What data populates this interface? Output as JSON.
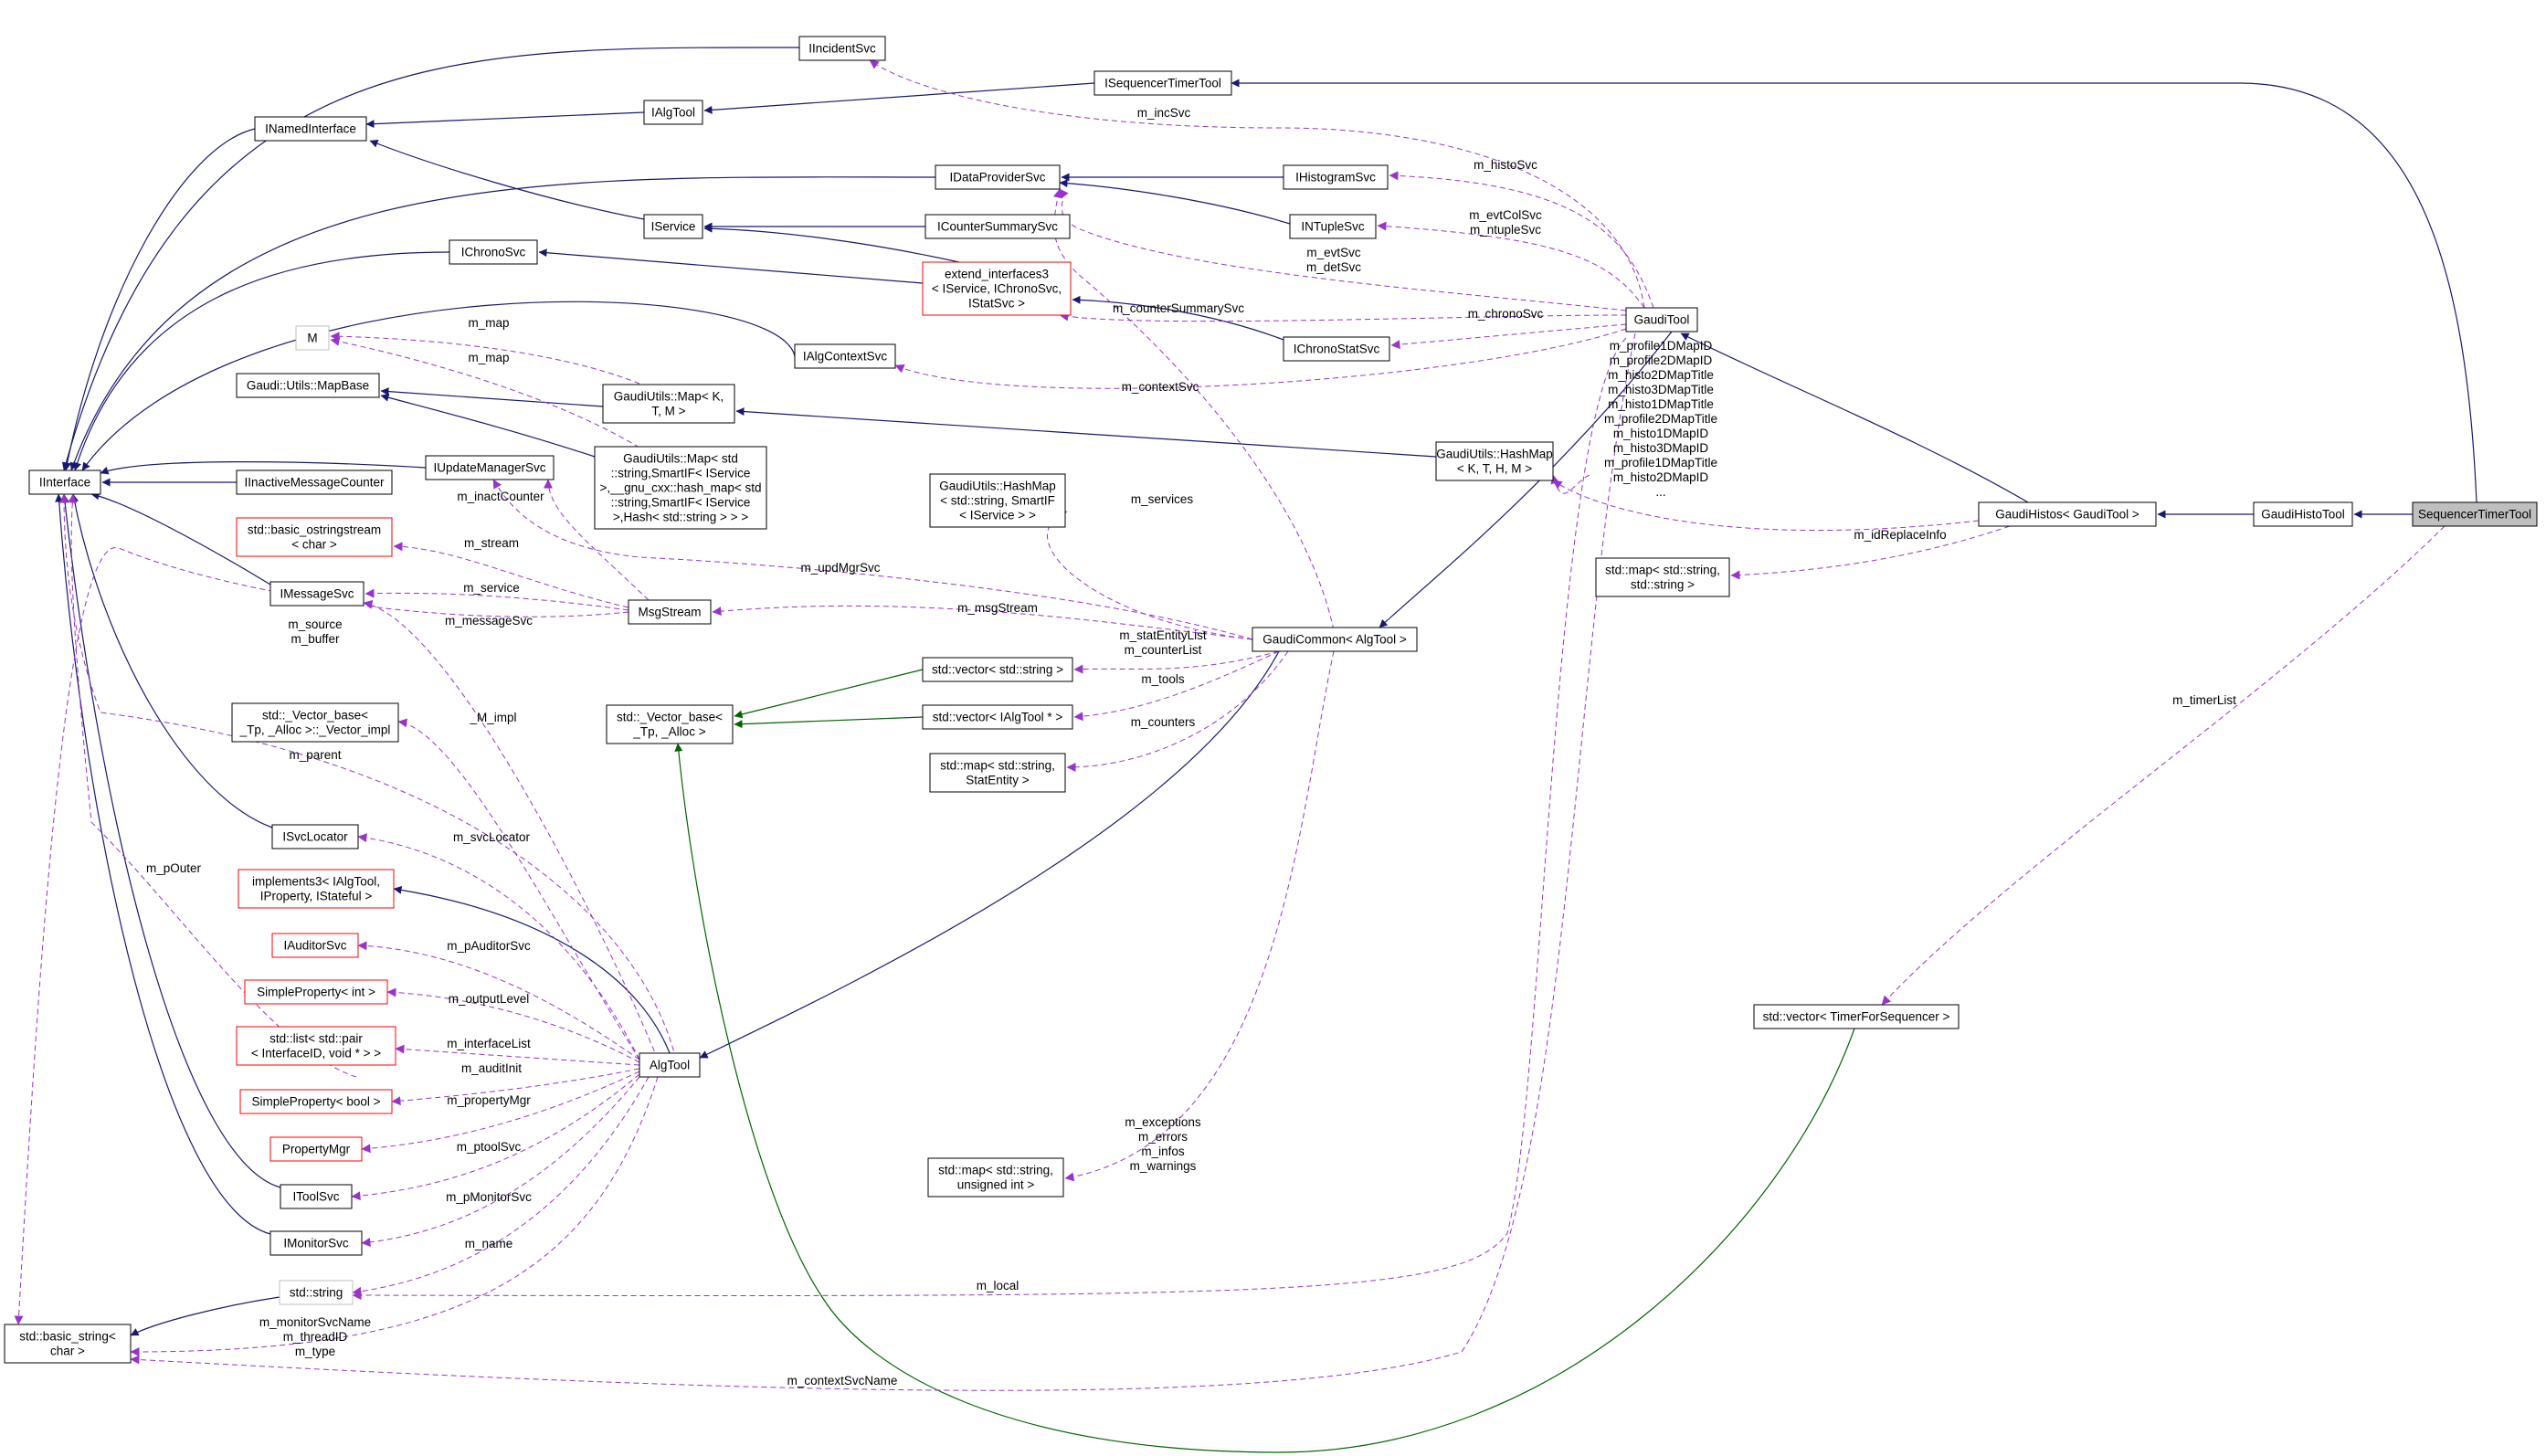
{
  "colors": {
    "inherit": "#191970",
    "usage": "#9a32cd",
    "template": "#006400",
    "box_normal": "#000000",
    "box_red": "#ff0000",
    "box_gray": "#bfbfbf",
    "highlight_fill": "#bfbfbf"
  },
  "nodes": [
    {
      "id": "IIncidentSvc",
      "lines": [
        "IIncidentSvc"
      ],
      "style": "normal"
    },
    {
      "id": "ISequencerTimerTool",
      "lines": [
        "ISequencerTimerTool"
      ],
      "style": "normal"
    },
    {
      "id": "INamedInterface",
      "lines": [
        "INamedInterface"
      ],
      "style": "normal"
    },
    {
      "id": "IAlgTool",
      "lines": [
        "IAlgTool"
      ],
      "style": "normal"
    },
    {
      "id": "IDataProviderSvc",
      "lines": [
        "IDataProviderSvc"
      ],
      "style": "normal"
    },
    {
      "id": "IHistogramSvc",
      "lines": [
        "IHistogramSvc"
      ],
      "style": "normal"
    },
    {
      "id": "IService",
      "lines": [
        "IService"
      ],
      "style": "normal"
    },
    {
      "id": "ICounterSummarySvc",
      "lines": [
        "ICounterSummarySvc"
      ],
      "style": "normal"
    },
    {
      "id": "INTupleSvc",
      "lines": [
        "INTupleSvc"
      ],
      "style": "normal"
    },
    {
      "id": "IChronoSvc",
      "lines": [
        "IChronoSvc"
      ],
      "style": "normal"
    },
    {
      "id": "extend_interfaces3",
      "lines": [
        "extend_interfaces3",
        "< IService, IChronoSvc,",
        "IStatSvc >"
      ],
      "style": "red"
    },
    {
      "id": "GaudiTool",
      "lines": [
        "GaudiTool"
      ],
      "style": "normal"
    },
    {
      "id": "M",
      "lines": [
        "M"
      ],
      "style": "gray"
    },
    {
      "id": "IChronoStatSvc",
      "lines": [
        "IChronoStatSvc"
      ],
      "style": "normal"
    },
    {
      "id": "IAlgContextSvc",
      "lines": [
        "IAlgContextSvc"
      ],
      "style": "normal"
    },
    {
      "id": "MapBase",
      "lines": [
        "Gaudi::Utils::MapBase"
      ],
      "style": "normal"
    },
    {
      "id": "GaudiUtilsMap",
      "lines": [
        "GaudiUtils::Map< K,",
        "T, M >"
      ],
      "style": "normal"
    },
    {
      "id": "GaudiUtilsHashMapKTHM",
      "lines": [
        "GaudiUtils::HashMap",
        "< K, T, H, M >"
      ],
      "style": "normal"
    },
    {
      "id": "IInterface",
      "lines": [
        "IInterface"
      ],
      "style": "normal"
    },
    {
      "id": "IUpdateManagerSvc",
      "lines": [
        "IUpdateManagerSvc"
      ],
      "style": "normal"
    },
    {
      "id": "IInactiveMessageCounter",
      "lines": [
        "IInactiveMessageCounter"
      ],
      "style": "normal"
    },
    {
      "id": "GaudiUtilsMapStd",
      "lines": [
        "GaudiUtils::Map< std",
        "::string,SmartIF< IService",
        ">,__gnu_cxx::hash_map< std",
        "::string,SmartIF< IService",
        ">,Hash< std::string > > >"
      ],
      "style": "normal"
    },
    {
      "id": "GaudiUtilsHashMapStd",
      "lines": [
        "GaudiUtils::HashMap",
        "< std::string, SmartIF",
        "< IService > >"
      ],
      "style": "normal"
    },
    {
      "id": "GaudiHistos",
      "lines": [
        "GaudiHistos< GaudiTool >"
      ],
      "style": "normal"
    },
    {
      "id": "GaudiHistoTool",
      "lines": [
        "GaudiHistoTool"
      ],
      "style": "normal"
    },
    {
      "id": "SequencerTimerTool",
      "lines": [
        "SequencerTimerTool"
      ],
      "style": "highlight"
    },
    {
      "id": "basic_ostringstream",
      "lines": [
        "std::basic_ostringstream",
        "< char >"
      ],
      "style": "red"
    },
    {
      "id": "mapStrStr",
      "lines": [
        "std::map< std::string,",
        "std::string >"
      ],
      "style": "normal"
    },
    {
      "id": "IMessageSvc",
      "lines": [
        "IMessageSvc"
      ],
      "style": "normal"
    },
    {
      "id": "MsgStream",
      "lines": [
        "MsgStream"
      ],
      "style": "normal"
    },
    {
      "id": "GaudiCommon",
      "lines": [
        "GaudiCommon< AlgTool >"
      ],
      "style": "normal"
    },
    {
      "id": "vectorString",
      "lines": [
        "std::vector< std::string >"
      ],
      "style": "normal"
    },
    {
      "id": "VectorBaseImpl",
      "lines": [
        "std::_Vector_base<",
        "_Tp, _Alloc >::_Vector_impl"
      ],
      "style": "normal"
    },
    {
      "id": "VectorBase",
      "lines": [
        "std::_Vector_base<",
        "_Tp, _Alloc >"
      ],
      "style": "normal"
    },
    {
      "id": "vectorIAlgTool",
      "lines": [
        "std::vector< IAlgTool * >"
      ],
      "style": "normal"
    },
    {
      "id": "mapStatEntity",
      "lines": [
        "std::map< std::string,",
        "StatEntity >"
      ],
      "style": "normal"
    },
    {
      "id": "ISvcLocator",
      "lines": [
        "ISvcLocator"
      ],
      "style": "normal"
    },
    {
      "id": "implements3",
      "lines": [
        "implements3< IAlgTool,",
        "IProperty, IStateful >"
      ],
      "style": "red"
    },
    {
      "id": "IAuditorSvc",
      "lines": [
        "IAuditorSvc"
      ],
      "style": "red"
    },
    {
      "id": "SimplePropertyInt",
      "lines": [
        "SimpleProperty< int >"
      ],
      "style": "red"
    },
    {
      "id": "vectorTimer",
      "lines": [
        "std::vector< TimerForSequencer >"
      ],
      "style": "normal"
    },
    {
      "id": "listPair",
      "lines": [
        "std::list< std::pair",
        "< InterfaceID, void * > >"
      ],
      "style": "red"
    },
    {
      "id": "AlgTool",
      "lines": [
        "AlgTool"
      ],
      "style": "normal"
    },
    {
      "id": "SimplePropertyBool",
      "lines": [
        "SimpleProperty< bool >"
      ],
      "style": "red"
    },
    {
      "id": "PropertyMgr",
      "lines": [
        "PropertyMgr"
      ],
      "style": "red"
    },
    {
      "id": "mapUInt",
      "lines": [
        "std::map< std::string,",
        "unsigned int >"
      ],
      "style": "normal"
    },
    {
      "id": "IToolSvc",
      "lines": [
        "IToolSvc"
      ],
      "style": "normal"
    },
    {
      "id": "IMonitorSvc",
      "lines": [
        "IMonitorSvc"
      ],
      "style": "normal"
    },
    {
      "id": "stdString",
      "lines": [
        "std::string"
      ],
      "style": "gray"
    },
    {
      "id": "basicString",
      "lines": [
        "std::basic_string<",
        "char >"
      ],
      "style": "normal"
    }
  ],
  "edge_labels": [
    {
      "id": "incSvc",
      "lines": [
        "m_incSvc"
      ]
    },
    {
      "id": "histoSvc",
      "lines": [
        "m_histoSvc"
      ]
    },
    {
      "id": "evtColSvc",
      "lines": [
        "m_evtColSvc",
        "m_ntupleSvc"
      ]
    },
    {
      "id": "evtSvc",
      "lines": [
        "m_evtSvc",
        "m_detSvc"
      ]
    },
    {
      "id": "counterSummarySvc",
      "lines": [
        "m_counterSummarySvc"
      ]
    },
    {
      "id": "chronoSvc",
      "lines": [
        "m_chronoSvc"
      ]
    },
    {
      "id": "map1",
      "lines": [
        "m_map"
      ]
    },
    {
      "id": "map2",
      "lines": [
        "m_map"
      ]
    },
    {
      "id": "contextSvc",
      "lines": [
        "m_contextSvc"
      ]
    },
    {
      "id": "histoIDs",
      "lines": [
        "m_profile1DMapID",
        "m_profile2DMapID",
        "m_histo2DMapTitle",
        "m_histo3DMapTitle",
        "m_histo1DMapTitle",
        "m_profile2DMapTitle",
        "m_histo1DMapID",
        "m_histo3DMapID",
        "m_profile1DMapTitle",
        "m_histo2DMapID",
        "..."
      ]
    },
    {
      "id": "inactCounter",
      "lines": [
        "m_inactCounter"
      ]
    },
    {
      "id": "services",
      "lines": [
        "m_services"
      ]
    },
    {
      "id": "idReplaceInfo",
      "lines": [
        "m_idReplaceInfo"
      ]
    },
    {
      "id": "stream",
      "lines": [
        "m_stream"
      ]
    },
    {
      "id": "updMgrSvc",
      "lines": [
        "m_updMgrSvc"
      ]
    },
    {
      "id": "service",
      "lines": [
        "m_service"
      ]
    },
    {
      "id": "msgStream",
      "lines": [
        "m_msgStream"
      ]
    },
    {
      "id": "source",
      "lines": [
        "m_source",
        "m_buffer"
      ]
    },
    {
      "id": "messageSvc",
      "lines": [
        "m_messageSvc"
      ]
    },
    {
      "id": "statEntityList",
      "lines": [
        "m_statEntityList",
        "m_counterList"
      ]
    },
    {
      "id": "tools",
      "lines": [
        "m_tools"
      ]
    },
    {
      "id": "timerList",
      "lines": [
        "m_timerList"
      ]
    },
    {
      "id": "Mimpl",
      "lines": [
        "_M_impl"
      ]
    },
    {
      "id": "counters",
      "lines": [
        "m_counters"
      ]
    },
    {
      "id": "parent",
      "lines": [
        "m_parent"
      ]
    },
    {
      "id": "svcLocator",
      "lines": [
        "m_svcLocator"
      ]
    },
    {
      "id": "pOuter",
      "lines": [
        "m_pOuter"
      ]
    },
    {
      "id": "pAuditorSvc",
      "lines": [
        "m_pAuditorSvc"
      ]
    },
    {
      "id": "outputLevel",
      "lines": [
        "m_outputLevel"
      ]
    },
    {
      "id": "interfaceList",
      "lines": [
        "m_interfaceList"
      ]
    },
    {
      "id": "auditInit",
      "lines": [
        "m_auditInit"
      ]
    },
    {
      "id": "propertyMgr",
      "lines": [
        "m_propertyMgr"
      ]
    },
    {
      "id": "exceptions",
      "lines": [
        "m_exceptions",
        "m_errors",
        "m_infos",
        "m_warnings"
      ]
    },
    {
      "id": "ptoolSvc",
      "lines": [
        "m_ptoolSvc"
      ]
    },
    {
      "id": "pMonitorSvc",
      "lines": [
        "m_pMonitorSvc"
      ]
    },
    {
      "id": "name",
      "lines": [
        "m_name"
      ]
    },
    {
      "id": "local",
      "lines": [
        "m_local"
      ]
    },
    {
      "id": "monitorSvcName",
      "lines": [
        "m_monitorSvcName",
        "m_threadID",
        "m_type"
      ]
    },
    {
      "id": "contextSvcName",
      "lines": [
        "m_contextSvcName"
      ]
    }
  ]
}
